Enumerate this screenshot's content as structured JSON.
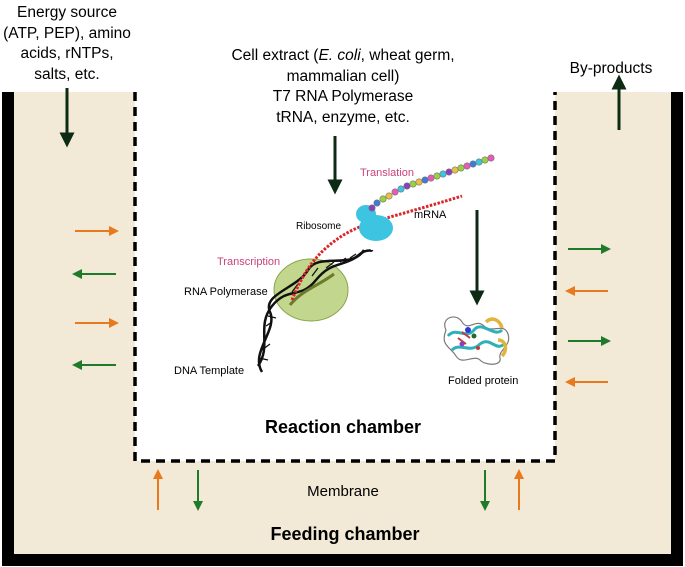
{
  "energy_source": {
    "lines": [
      "Energy source",
      "(ATP, PEP), amino",
      "acids, rNTPs,",
      "salts, etc."
    ]
  },
  "cell_extract": {
    "line1_prefix": "Cell extract (",
    "line1_italic": "E. coli",
    "line1_suffix": ", wheat germ,",
    "line2": "mammalian cell)",
    "line3": "T7 RNA Polymerase",
    "line4": "tRNA, enzyme,  etc."
  },
  "byproducts": "By-products",
  "labels": {
    "translation": "Translation",
    "ribosome": "Ribosome",
    "mrna": "mRNA",
    "transcription": "Transcription",
    "rna_polymerase": "RNA Polymerase",
    "dna_template": "DNA  Template",
    "folded_protein": "Folded protein"
  },
  "reaction_chamber": "Reaction chamber",
  "membrane": "Membrane",
  "feeding_chamber": "Feeding chamber",
  "colors": {
    "chamber_fill": "#f2ead6",
    "wall": "#000000",
    "arrow_dark": "#0d2a14",
    "arrow_green": "#1f7a2a",
    "arrow_orange": "#e8791e",
    "pink_label": "#c8437a",
    "mrna_red": "#d9262a",
    "polymerase_green": "#b7cf7a",
    "ribosome_cyan": "#3cc4e0"
  }
}
